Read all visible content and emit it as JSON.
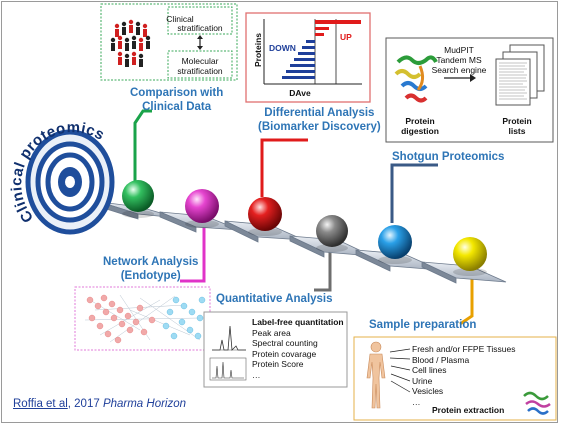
{
  "title": "Clinical proteomics",
  "stages": {
    "comparison": {
      "line1": "Comparison with",
      "line2": "Clinical Data",
      "color": "#1aa34a"
    },
    "network": {
      "line1": "Network Analysis",
      "line2": "(Endotype)",
      "color": "#e033c8"
    },
    "differential": {
      "line1": "Differential Analysis",
      "line2": "(Biomarker Discovery)",
      "color": "#e01b1b"
    },
    "quantitative": {
      "line1": "Quantitative Analysis",
      "color": "#6e6e6e"
    },
    "shotgun": {
      "line1": "Shotgun Proteomics",
      "color": "#1e90d8"
    },
    "sample": {
      "line1": "Sample preparation",
      "color": "#f0e000"
    }
  },
  "comparison_box": {
    "clinical": [
      "Clinical",
      "stratification"
    ],
    "molecular": [
      "Molecular",
      "stratification"
    ]
  },
  "differential_box": {
    "ylabel": "Proteins",
    "xlabel": "DAve",
    "down": "DOWN",
    "up": "UP"
  },
  "shotgun_box": {
    "methods": [
      "MudPIT",
      "Tandem MS",
      "Search engine"
    ],
    "digestion": [
      "Protein",
      "digestion"
    ],
    "lists": [
      "Protein",
      "lists"
    ]
  },
  "quant_box": {
    "header": "Label-free quantitation",
    "items": [
      "Peak area",
      "Spectral counting",
      "Protein covarage",
      "Protein Score",
      "…"
    ]
  },
  "sample_box": {
    "items": [
      "Fresh and/or FFPE Tissues",
      "Blood / Plasma",
      "Cell lines",
      "Urine",
      "Vesicles",
      "…"
    ],
    "footer": "Protein extraction"
  },
  "citation": {
    "authors": "Roffia et al",
    "rest": ", 2017 ",
    "journal": "Pharma Horizon"
  },
  "colors": {
    "label_blue": "#2e75b6",
    "down_blue": "#1f3f9a",
    "up_red": "#e01b1b",
    "target_blue": "#1f4e9c"
  }
}
